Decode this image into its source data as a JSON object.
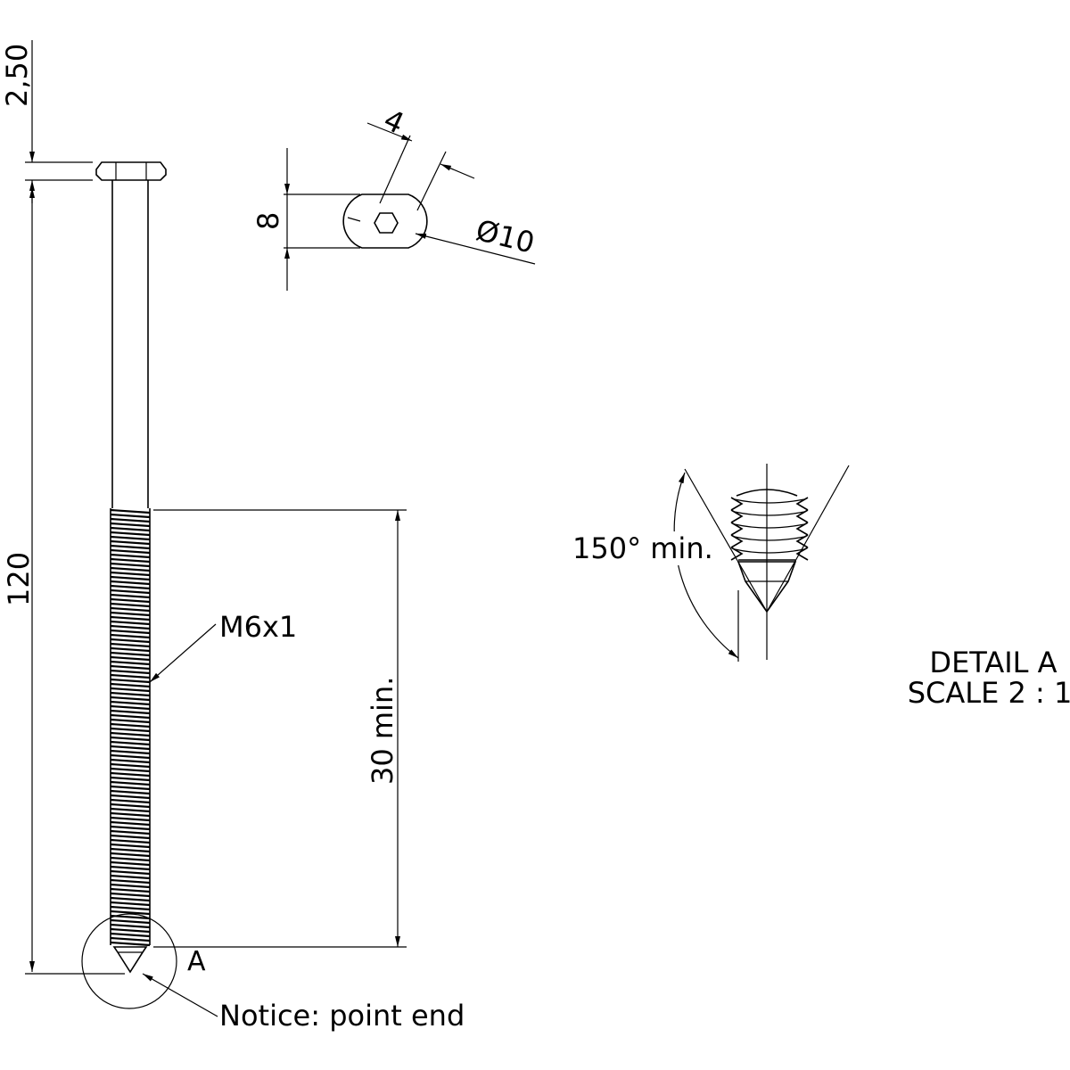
{
  "dimensions": {
    "head_height": "2,50",
    "total_length": "120",
    "hex_width": "4",
    "flat_width": "8",
    "head_diameter": "Ø10",
    "thread_length": "30 min."
  },
  "callouts": {
    "thread": "M6x1",
    "detail_marker": "A",
    "point_note": "Notice: point end",
    "point_angle": "150° min."
  },
  "detail": {
    "title": "DETAIL A",
    "scale": "SCALE 2 : 1"
  }
}
